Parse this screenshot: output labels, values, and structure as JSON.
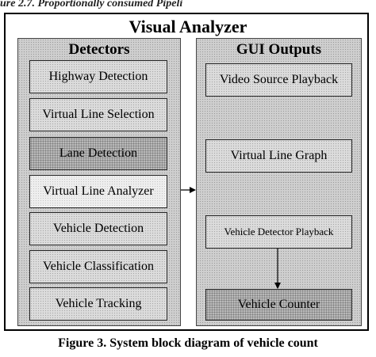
{
  "figure": {
    "top_fragment": "ure 2.7. Proportionally consumed Pipeli",
    "title": "Visual  Analyzer",
    "caption": "Figure 3. System block diagram of vehicle count"
  },
  "detectors": {
    "title": "Detectors",
    "items": [
      "Highway Detection",
      "Virtual Line Selection",
      "Lane Detection",
      "Virtual Line Analyzer",
      "Vehicle Detection",
      "Vehicle Classification",
      "Vehicle Tracking"
    ]
  },
  "gui_outputs": {
    "title": "GUI Outputs",
    "items": [
      "Video Source Playback",
      "Virtual Line Graph",
      "Vehicle Detector Playback",
      "Vehicle Counter"
    ]
  }
}
